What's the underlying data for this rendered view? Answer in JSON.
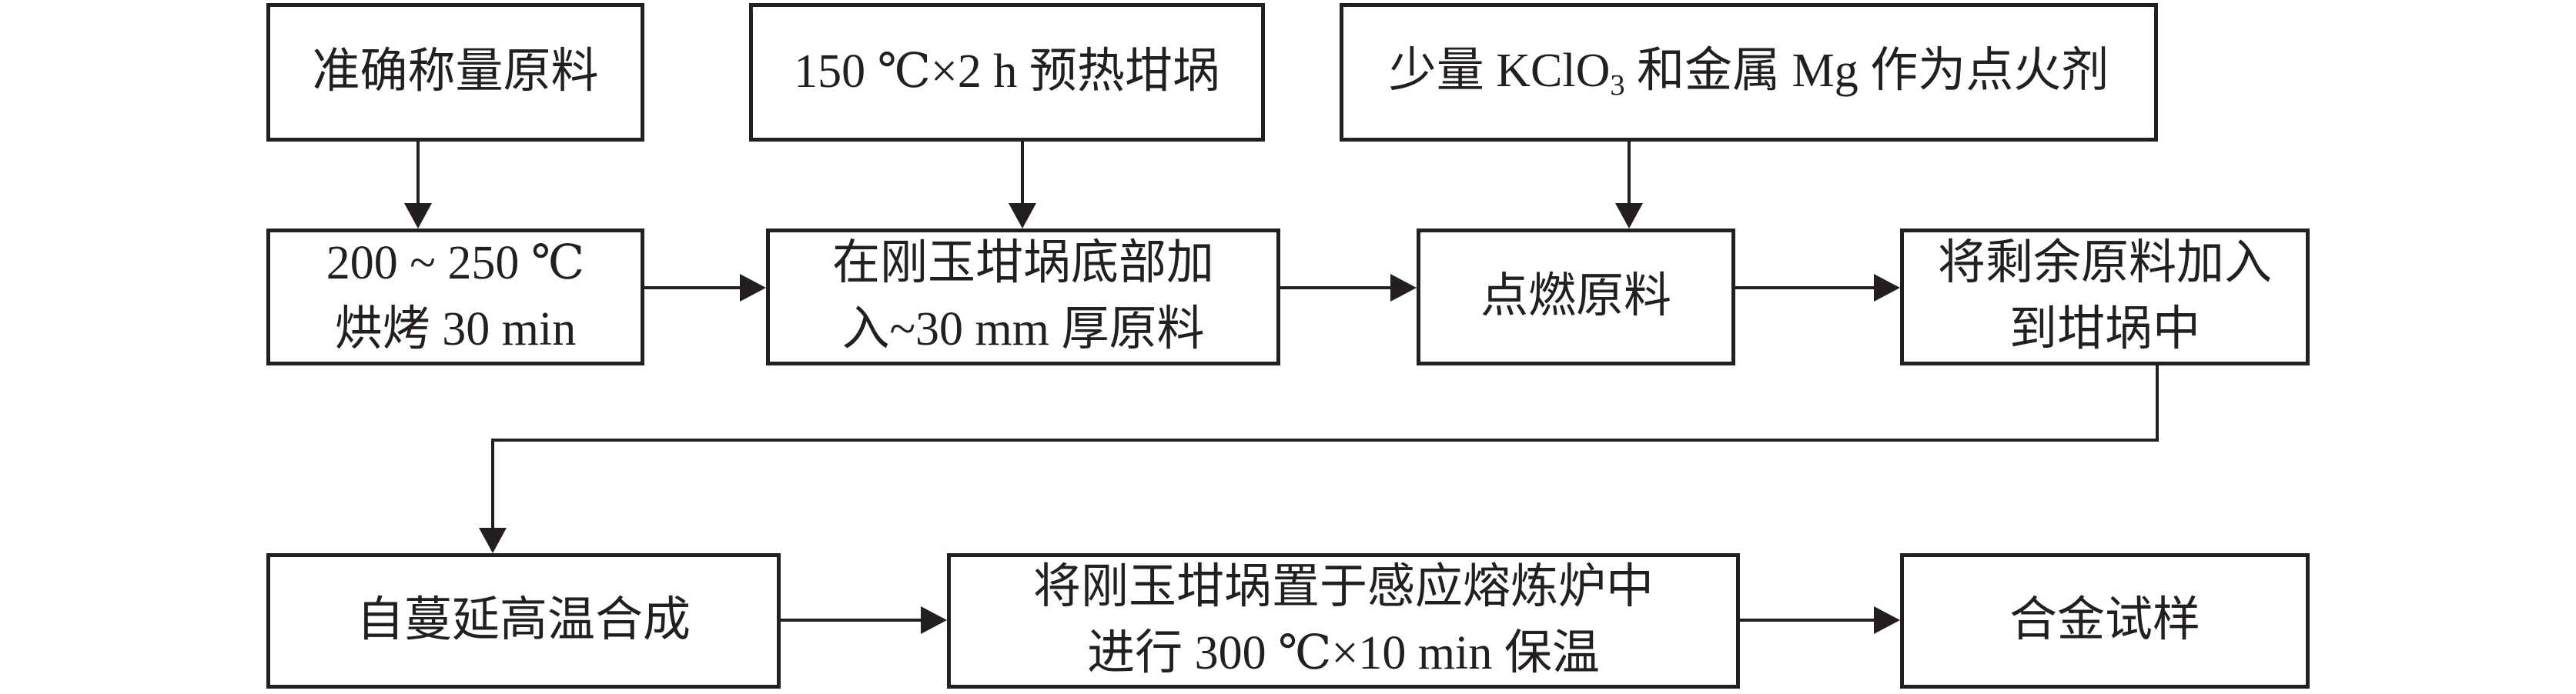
{
  "diagram": {
    "type": "flowchart",
    "bg_color": "#ffffff",
    "line_color": "#231f20",
    "boxes": {
      "weigh": {
        "lines": [
          "准确称量原料"
        ]
      },
      "preheat": {
        "lines": [
          "150 ℃×2 h 预热坩埚"
        ]
      },
      "igniter": {
        "prefix": "少量 KClO",
        "subscript": "3",
        "suffix": " 和金属 Mg 作为点火剂"
      },
      "bake": {
        "lines": [
          "200 ~ 250 ℃",
          "烘烤 30 min"
        ]
      },
      "add_bottom": {
        "lines": [
          "在刚玉坩埚底部加",
          "入~30 mm 厚原料"
        ]
      },
      "ignite": {
        "lines": [
          "点燃原料"
        ]
      },
      "add_remaining": {
        "lines": [
          "将剩余原料加入",
          "到坩埚中"
        ]
      },
      "shs": {
        "lines": [
          "自蔓延高温合成"
        ]
      },
      "holding": {
        "lines": [
          "将刚玉坩埚置于感应熔炼炉中",
          "进行 300 ℃×10 min 保温"
        ]
      },
      "alloy_sample": {
        "lines": [
          "合金试样"
        ]
      }
    }
  }
}
